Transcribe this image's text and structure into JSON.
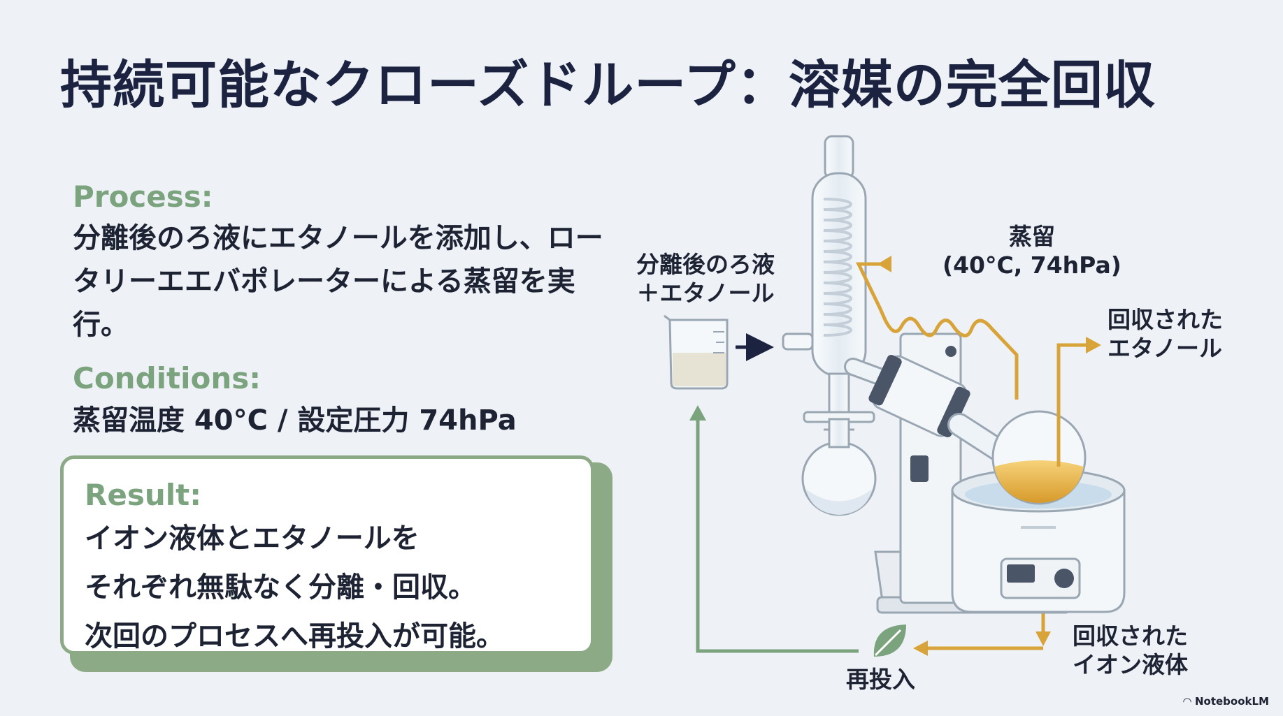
{
  "title": "持続可能なクローズドループ：溶媒の完全回収",
  "process": {
    "heading": "Process:",
    "text": "分離後のろ液にエタノールを添加し、ロータリーエエバポレーターによる蒸留を実行。"
  },
  "conditions": {
    "heading": "Conditions:",
    "text": "蒸留温度 40°C / 設定圧力 74hPa"
  },
  "result": {
    "heading": "Result:",
    "line1": "イオン液体とエタノールを",
    "line2": "それぞれ無駄なく分離・回収。",
    "line3": "次回のプロセスへ再投入が可能。"
  },
  "diagram": {
    "input_label_1": "分離後のろ液",
    "input_label_2": "＋エタノール",
    "distill_label_1": "蒸留",
    "distill_label_2": "(40°C, 74hPa)",
    "ethanol_label_1": "回収された",
    "ethanol_label_2": "エタノール",
    "ionic_label_1": "回収された",
    "ionic_label_2": "イオン液体",
    "reinput_label": "再投入"
  },
  "colors": {
    "green": "#7ba37e",
    "gold": "#d8a43a",
    "navy": "#1c2340"
  },
  "brand": "NotebookLM"
}
